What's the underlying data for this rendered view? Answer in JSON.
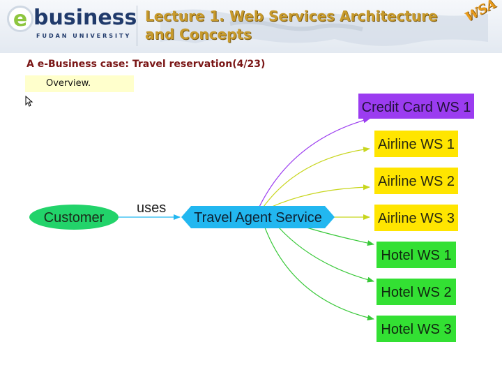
{
  "header": {
    "logo_letter": "e",
    "logo_word": "business",
    "logo_sub": "FUDAN UNIVERSITY",
    "title_line1": "Lecture 1. Web Services Architecture",
    "title_line2": "and Concepts",
    "badge": "WSA"
  },
  "subtitle": "A e-Business case: Travel reservation(4/23)",
  "overview_label": "Overview.",
  "diagram": {
    "customer": "Customer",
    "uses_label": "uses",
    "travel_agent": "Travel Agent Service",
    "credit_card": "Credit Card WS 1",
    "airlines": [
      "Airline WS 1",
      "Airline WS 2",
      "Airline WS 3"
    ],
    "hotels": [
      "Hotel WS 1",
      "Hotel WS 2",
      "Hotel WS 3"
    ]
  },
  "colors": {
    "customer_fill": "#22d36a",
    "agent_fill": "#22b7f0",
    "credit_fill": "#9b3cf0",
    "airline_fill": "#ffe500",
    "hotel_fill": "#33e033",
    "airline_edge": "#c8d61e",
    "hotel_edge": "#38c838",
    "credit_edge": "#9b3cf0",
    "uses_edge": "#22b7f0"
  }
}
